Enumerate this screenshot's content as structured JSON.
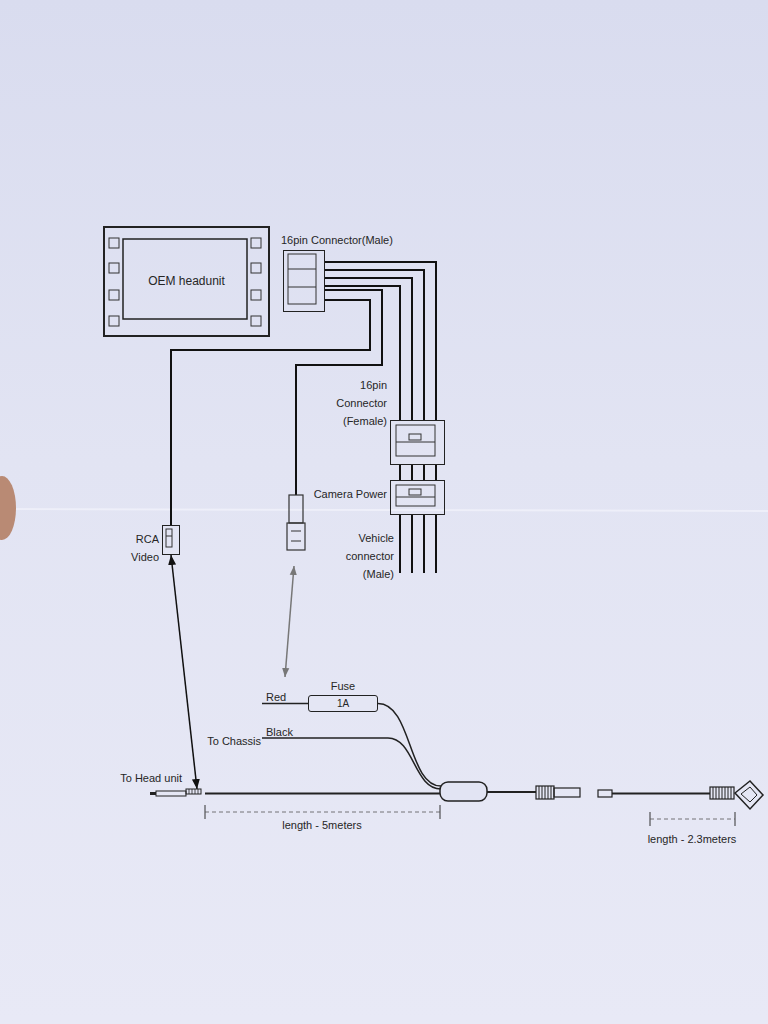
{
  "diagram": {
    "nodes": [
      {
        "text": [
          "OEM headunit"
        ]
      },
      {
        "text": [
          "16pin Connector(Male)"
        ]
      },
      {
        "text": [
          "16pin Connector (Female)"
        ]
      },
      {
        "text": [
          "Camera Power"
        ]
      },
      {
        "text": [
          "RCA Video"
        ]
      },
      {
        "text": [
          "Fuse",
          "1A"
        ]
      },
      {
        "text": [
          "To Head unit"
        ]
      }
    ],
    "edges": [
      {
        "from": 1,
        "to": 2,
        "arrow": "none"
      },
      {
        "from": 1,
        "to": 4,
        "arrow": "none"
      },
      {
        "from": 2,
        "to": 3,
        "arrow": "none"
      },
      {
        "from": 4,
        "to": 6,
        "arrow": "both"
      }
    ],
    "labels": [
      "Vehicle connector (Male)",
      "Red",
      "Black",
      "To Chassis",
      "length - 5meters",
      "length - 2.3meters"
    ]
  }
}
